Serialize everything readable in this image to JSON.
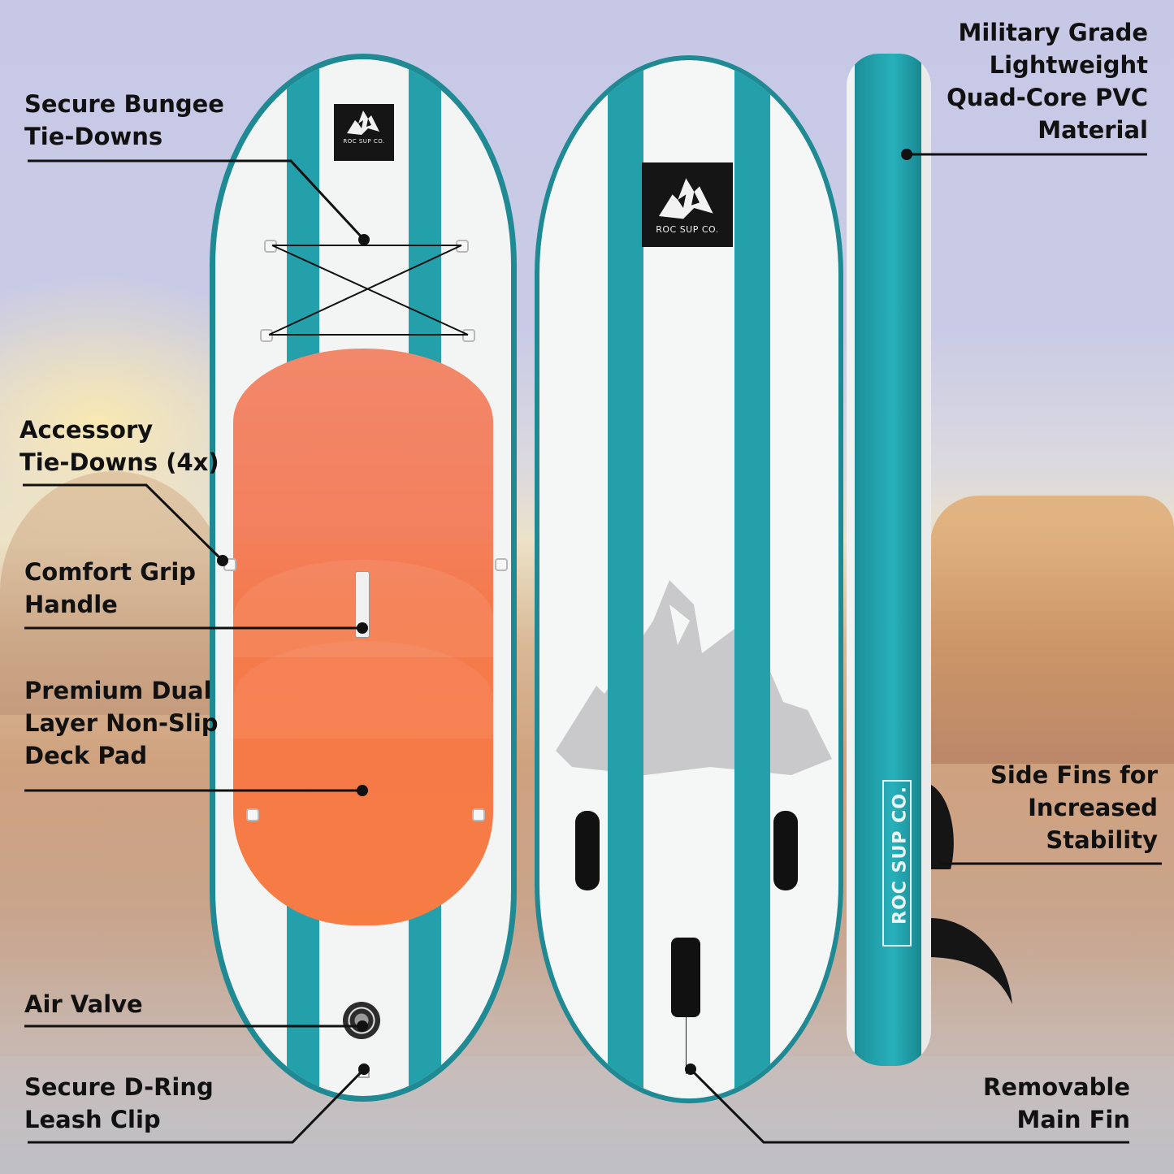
{
  "brand": {
    "name": "ROC SUP CO.",
    "colors": {
      "teal": "#23a0a9",
      "teal_dark": "#1f8a93",
      "deck_pad_orange": "#f57a4c",
      "board_white": "#f3f4f4",
      "logo_black": "#151515",
      "text": "#111111"
    }
  },
  "boards": {
    "top_view": {
      "logo_text": "ROC SUP CO."
    },
    "bottom_view": {
      "logo_text": "ROC SUP CO."
    },
    "side_view": {
      "brand_text": "ROC SUP CO."
    }
  },
  "callouts": {
    "left": [
      {
        "id": "bungee",
        "lines": [
          "Secure Bungee",
          "Tie-Downs"
        ]
      },
      {
        "id": "accessory",
        "lines": [
          "Accessory",
          "Tie-Downs (4x)"
        ]
      },
      {
        "id": "handle",
        "lines": [
          "Comfort Grip",
          "Handle"
        ]
      },
      {
        "id": "deck_pad",
        "lines": [
          "Premium Dual",
          "Layer Non-Slip",
          "Deck Pad"
        ]
      },
      {
        "id": "air_valve",
        "lines": [
          "Air Valve"
        ]
      },
      {
        "id": "d_ring",
        "lines": [
          "Secure D-Ring",
          "Leash Clip"
        ]
      }
    ],
    "right": [
      {
        "id": "material",
        "lines": [
          "Military Grade",
          "Lightweight",
          "Quad-Core PVC",
          "Material"
        ]
      },
      {
        "id": "side_fins",
        "lines": [
          "Side Fins for",
          "Increased",
          "Stability"
        ]
      },
      {
        "id": "main_fin",
        "lines": [
          "Removable",
          "Main Fin"
        ]
      }
    ]
  }
}
